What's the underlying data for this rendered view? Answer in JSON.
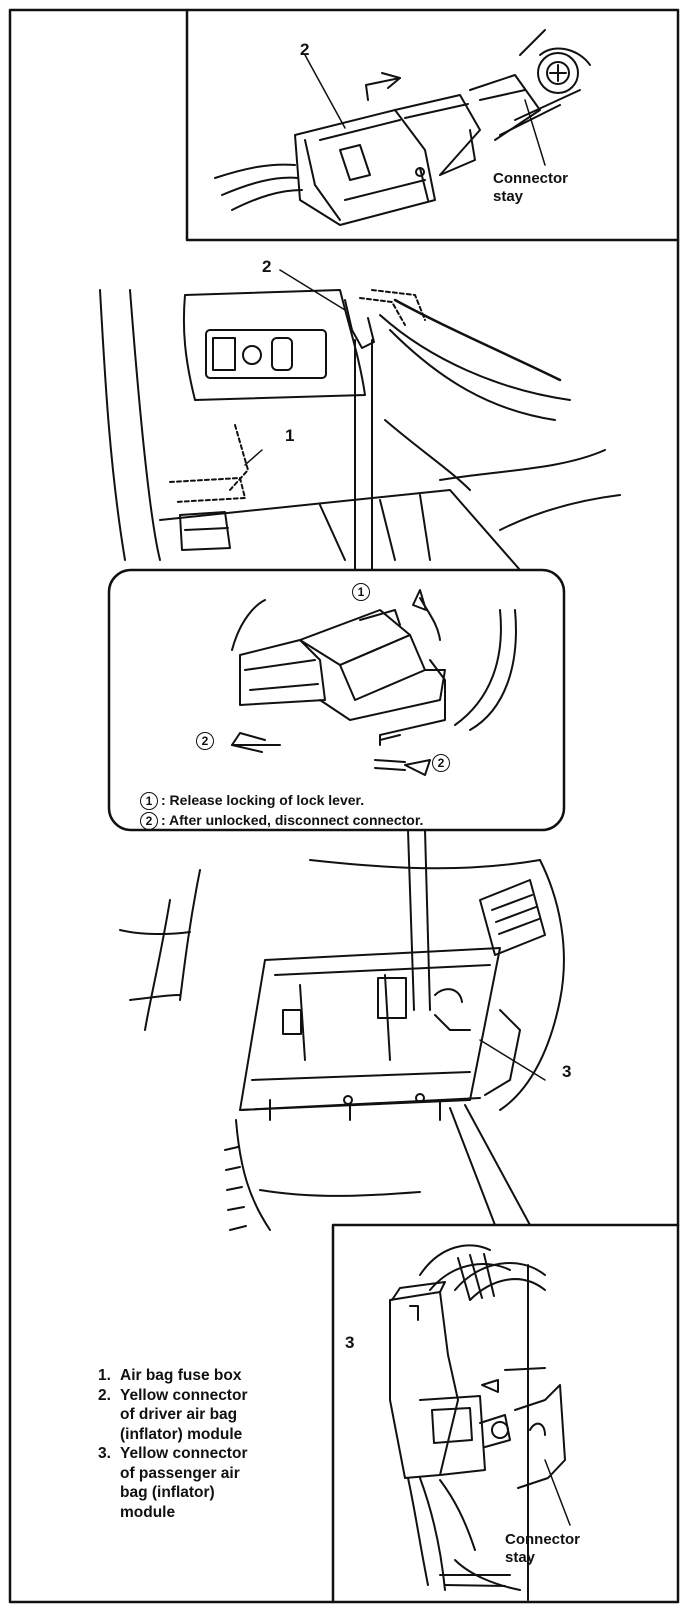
{
  "callouts": {
    "top_inset_num": "2",
    "main_num_2": "2",
    "main_num_1": "1",
    "main_num_3": "3",
    "bottom_inset_num": "3",
    "step1": "1",
    "step2_left": "2",
    "step2_right": "2"
  },
  "labels": {
    "top_connector_stay": "Connector\nstay",
    "bottom_connector_stay": "Connector\nstay"
  },
  "steps": [
    {
      "num": "1",
      "text": ": Release locking of lock lever."
    },
    {
      "num": "2",
      "text": ": After unlocked, disconnect connector."
    }
  ],
  "legend": [
    {
      "num": "1.",
      "text": "Air bag fuse box"
    },
    {
      "num": "2.",
      "text": "Yellow connector\nof driver air bag\n(inflator) module"
    },
    {
      "num": "3.",
      "text": "Yellow connector\nof passenger air\nbag (inflator)\nmodule"
    }
  ]
}
